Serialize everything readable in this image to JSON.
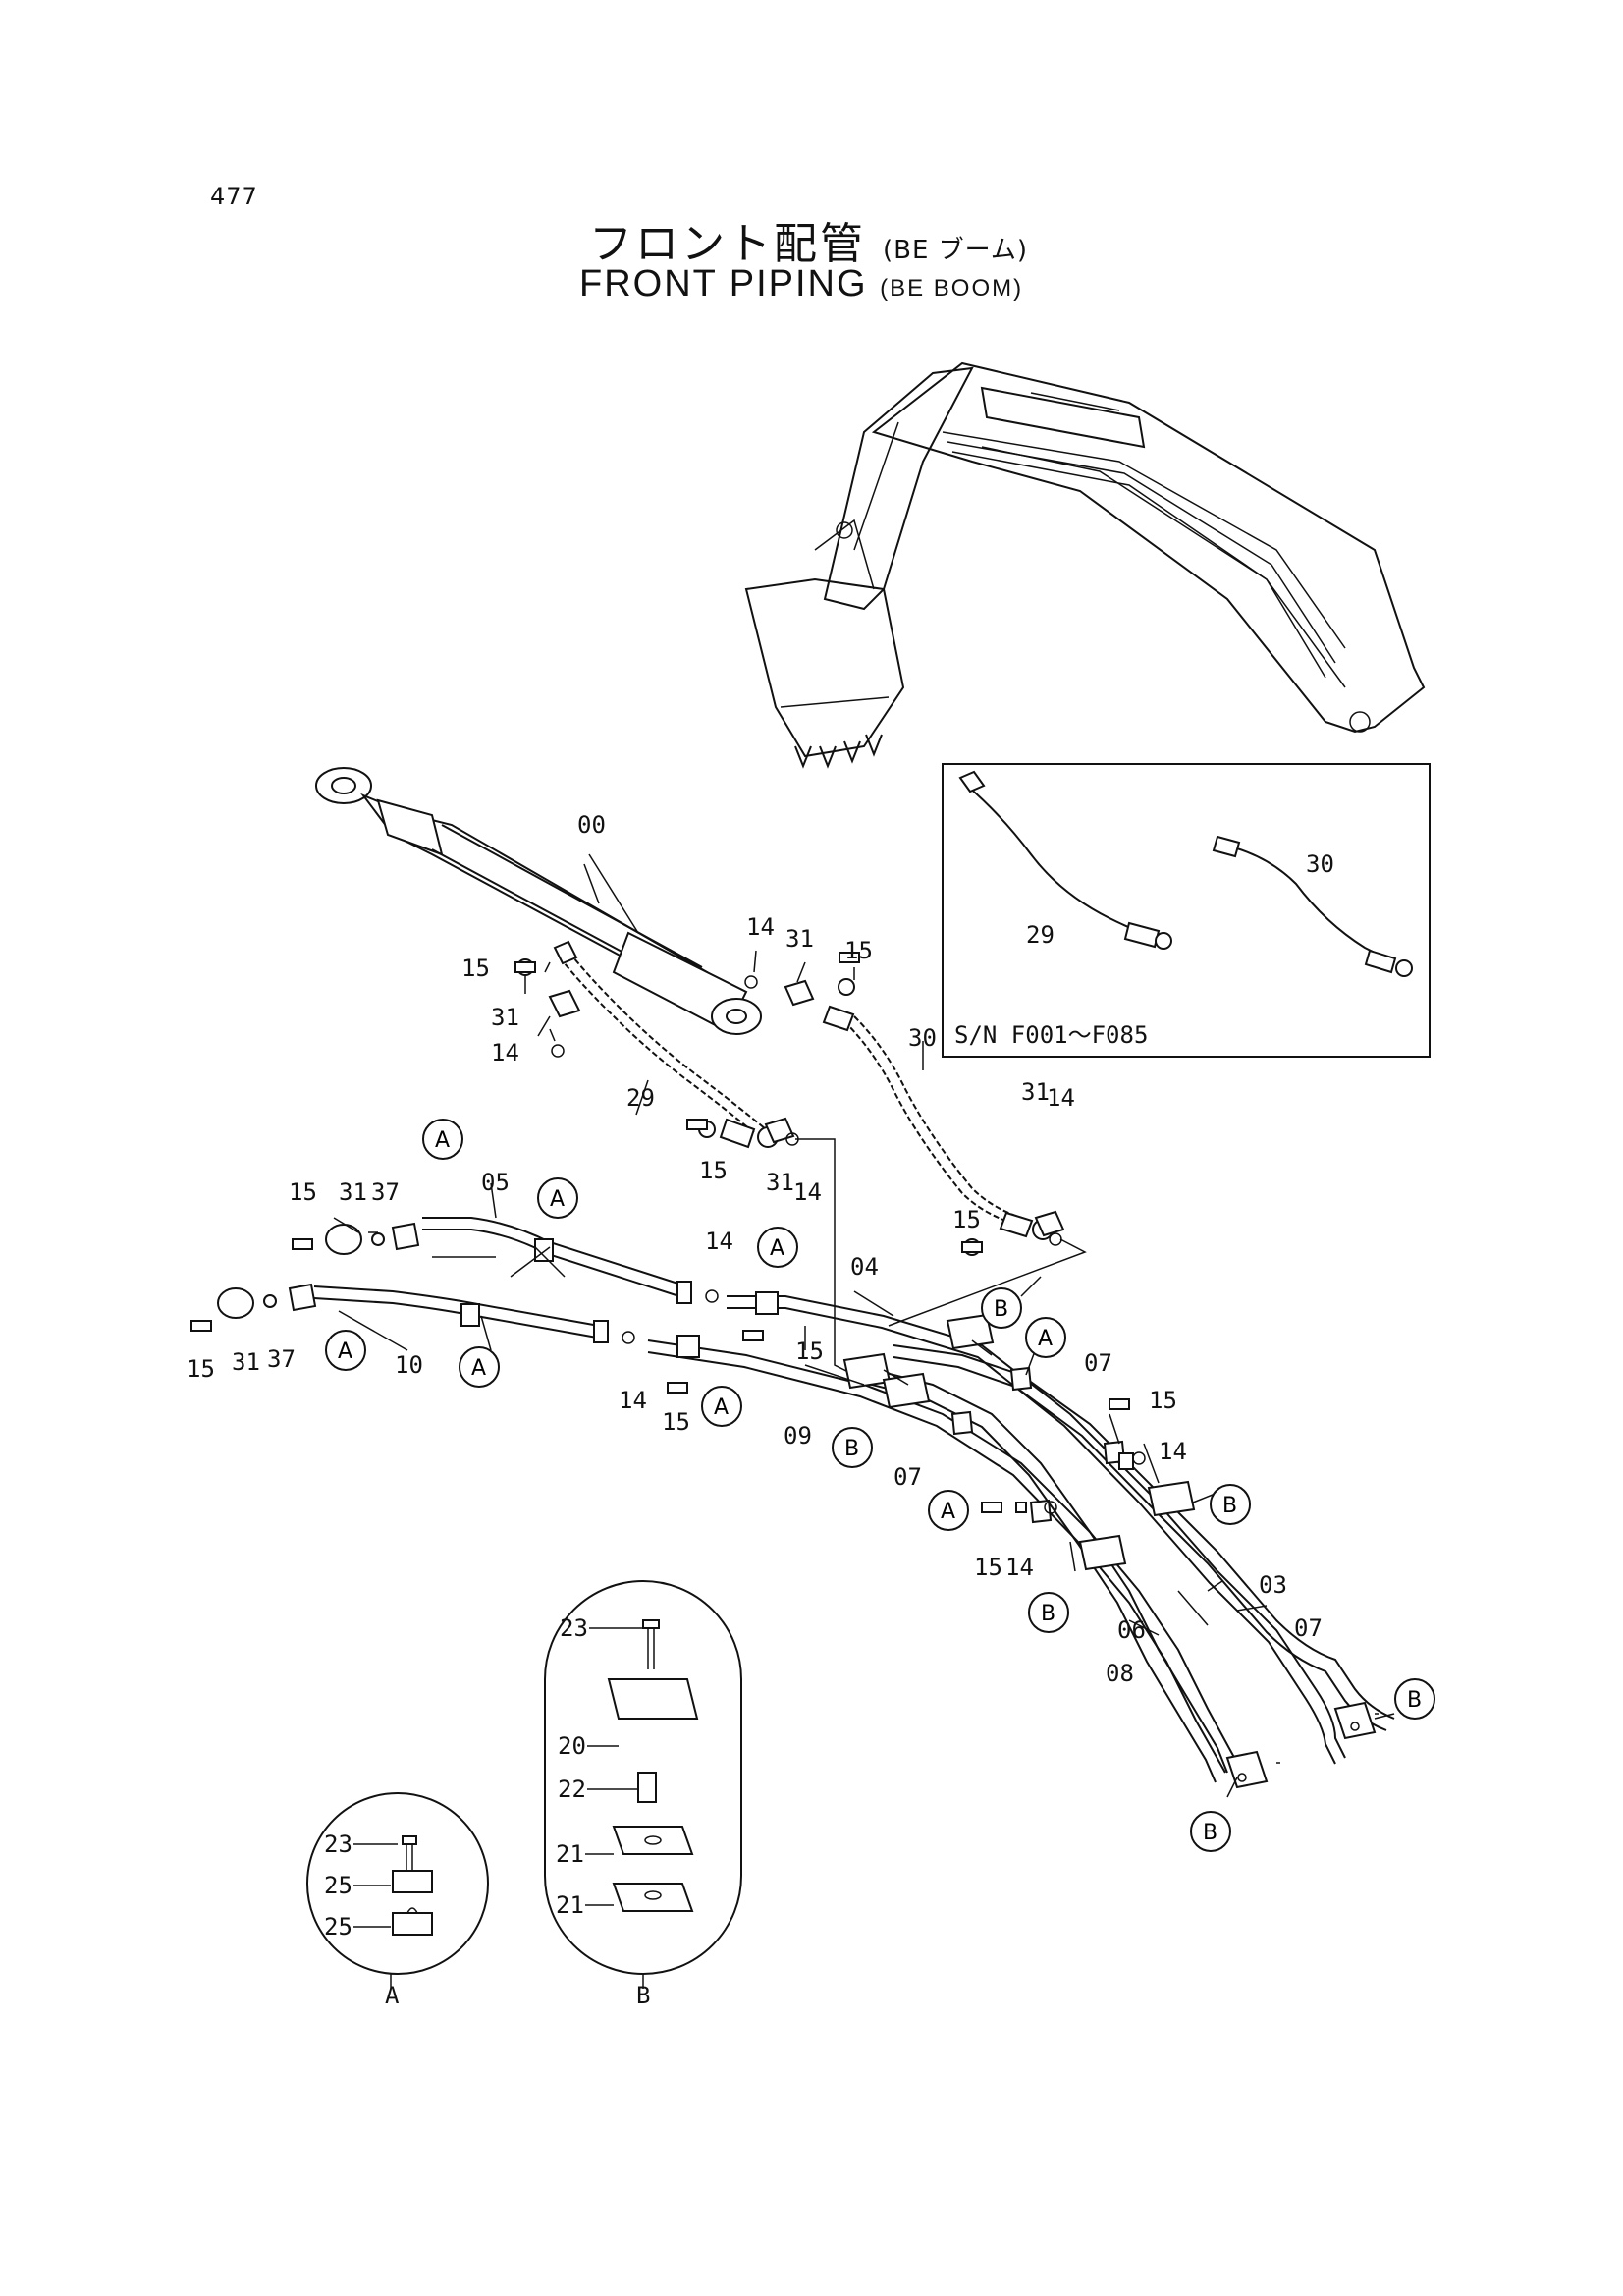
{
  "page_number": "477",
  "title_jp": "フロント配管",
  "title_jp_sub": "(BE ブーム)",
  "title_en": "FRONT PIPING",
  "title_en_sub": "(BE BOOM)",
  "inset_serial": "S/N  F001〜F085",
  "detail_a_label": "A",
  "detail_b_label": "B",
  "part_labels": {
    "p00": "00",
    "p03": "03",
    "p04": "04",
    "p05": "05",
    "p06": "06",
    "p07a": "07",
    "p07b": "07",
    "p07c": "07",
    "p08": "08",
    "p09": "09",
    "p10": "10",
    "p14a": "14",
    "p14b": "14",
    "p14c": "14",
    "p14d": "14",
    "p14e": "14",
    "p14f": "14",
    "p14g": "14",
    "p15a": "15",
    "p15b": "15",
    "p15c": "15",
    "p15d": "15",
    "p15e": "15",
    "p15f": "15",
    "p15g": "15",
    "p15h": "15",
    "p15i": "15",
    "p15j": "15",
    "p29": "29",
    "p29i": "29",
    "p30": "30",
    "p30i": "30",
    "p31a": "31",
    "p31b": "31",
    "p31c": "31",
    "p31d": "31",
    "p31e": "31",
    "p31f": "31",
    "p37a": "37",
    "p37b": "37",
    "a23": "23",
    "a25a": "25",
    "a25b": "25",
    "b23": "23",
    "b20": "20",
    "b22": "22",
    "b21a": "21",
    "b21b": "21"
  },
  "callout_a": "A",
  "callout_b": "B"
}
